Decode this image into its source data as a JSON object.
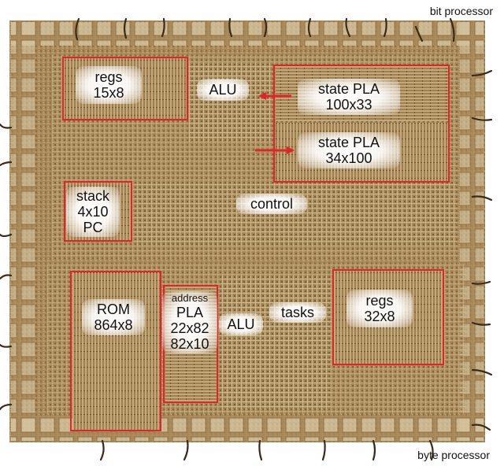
{
  "captions": {
    "top": "bit processor",
    "bottom": "byte processor"
  },
  "colors": {
    "die_base": "#a8895a",
    "die_light": "#c9b186",
    "die_dark": "#6e5636",
    "highlight_box": "#e0242a",
    "arrow": "#e0242a"
  },
  "blocks": {
    "bit_regs": {
      "line1": "regs",
      "line2": "15x8"
    },
    "bit_alu": {
      "line1": "ALU"
    },
    "state_pla_1": {
      "line1": "state PLA",
      "line2": "100x33"
    },
    "state_pla_2": {
      "line1": "state PLA",
      "line2": "34x100"
    },
    "stack": {
      "line1": "stack",
      "line2": "4x10",
      "line3": "PC"
    },
    "control": {
      "line1": "control"
    },
    "rom": {
      "line1": "ROM",
      "line2": "864x8"
    },
    "address_pla": {
      "line0": "address",
      "line1": "PLA",
      "line2": "22x82",
      "line3": "82x10"
    },
    "byte_alu": {
      "line1": "ALU"
    },
    "tasks": {
      "line1": "tasks"
    },
    "byte_regs": {
      "line1": "regs",
      "line2": "32x8"
    }
  }
}
